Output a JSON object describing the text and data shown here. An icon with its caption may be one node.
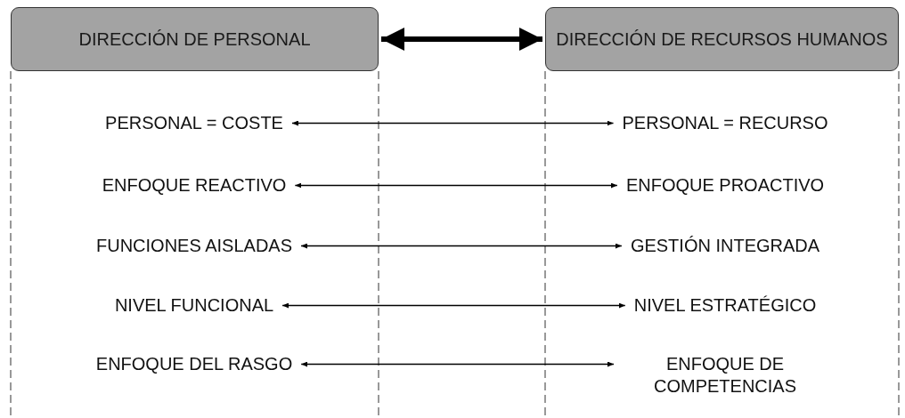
{
  "diagram": {
    "nodes": [
      {
        "text": [
          "DIRECCIÓN DE PERSONAL"
        ]
      },
      {
        "text": [
          "DIRECCIÓN DE RECURSOS HUMANOS"
        ]
      },
      {
        "text": [
          "PERSONAL = COSTE"
        ]
      },
      {
        "text": [
          "PERSONAL = RECURSO"
        ]
      },
      {
        "text": [
          "ENFOQUE REACTIVO"
        ]
      },
      {
        "text": [
          "ENFOQUE PROACTIVO"
        ]
      },
      {
        "text": [
          "FUNCIONES AISLADAS"
        ]
      },
      {
        "text": [
          "GESTIÓN INTEGRADA"
        ]
      },
      {
        "text": [
          "NIVEL FUNCIONAL"
        ]
      },
      {
        "text": [
          "NIVEL ESTRATÉGICO"
        ]
      },
      {
        "text": [
          "ENFOQUE DEL RASGO"
        ]
      },
      {
        "text": [
          "ENFOQUE DE COMPETENCIAS"
        ]
      }
    ],
    "edges": [
      {
        "from": 0,
        "to": 1,
        "arrow": "both",
        "style": "thick"
      },
      {
        "from": 2,
        "to": 3,
        "arrow": "both"
      },
      {
        "from": 4,
        "to": 5,
        "arrow": "both"
      },
      {
        "from": 6,
        "to": 7,
        "arrow": "both"
      },
      {
        "from": 8,
        "to": 9,
        "arrow": "both"
      },
      {
        "from": 10,
        "to": 11,
        "arrow": "both"
      }
    ]
  }
}
